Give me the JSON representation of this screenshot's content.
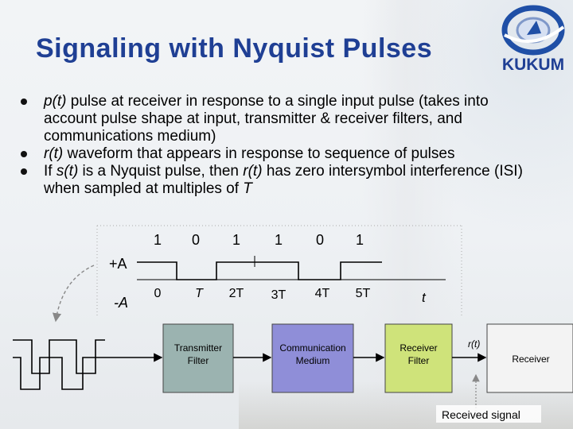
{
  "slide": {
    "title": "Signaling with Nyquist Pulses",
    "logo_text": "KUKUM",
    "bullets": [
      [
        {
          "t": "p(t)",
          "i": true
        },
        {
          "t": " pulse at receiver in response to a single input pulse (takes into account pulse shape at input, transmitter & receiver filters, and communications medium)",
          "i": false
        }
      ],
      [
        {
          "t": "r(t)",
          "i": true
        },
        {
          "t": " waveform that appears in response to sequence of pulses",
          "i": false
        }
      ],
      [
        {
          "t": "If ",
          "i": false
        },
        {
          "t": "s(t)",
          "i": true
        },
        {
          "t": " is a Nyquist pulse, then ",
          "i": false
        },
        {
          "t": "r(t)",
          "i": true
        },
        {
          "t": " has zero intersymbol interference (ISI) when sampled at multiples of ",
          "i": false
        },
        {
          "t": "T",
          "i": true
        }
      ]
    ]
  },
  "diagram": {
    "bits": [
      "1",
      "0",
      "1",
      "1",
      "0",
      "1"
    ],
    "level_high": "+A",
    "level_low": "-A",
    "time_labels": [
      "0",
      "T",
      "2T",
      "3T",
      "4T",
      "5T"
    ],
    "time_axis_label": "t",
    "blocks": {
      "transmitter": "Transmitter\nFilter",
      "medium": "Communication\nMedium",
      "receiver_filter": "Receiver\nFilter",
      "receiver": "Receiver"
    },
    "signal_label": "r(t)",
    "received_caption": "Received signal",
    "colors": {
      "title": "#1f3f94",
      "transmitter_fill": "#9bb3b0",
      "medium_fill": "#8f8ed8",
      "receiver_filter_fill": "#cfe37a",
      "receiver_fill": "#f3f3f3"
    }
  }
}
